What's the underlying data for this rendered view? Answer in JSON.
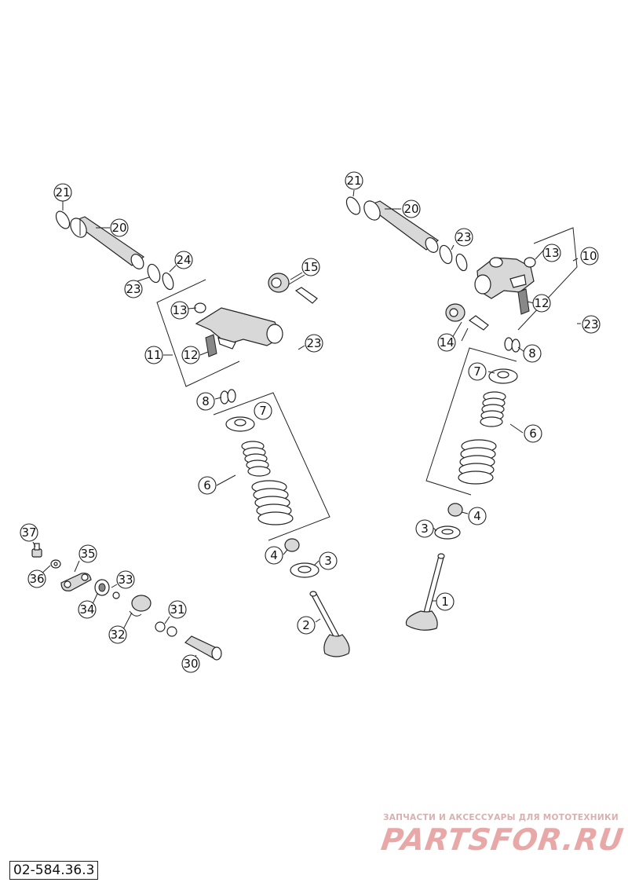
{
  "drawing_number": "02-584.36.3",
  "watermark": {
    "tagline": "ЗАПЧАСТИ И АКСЕССУАРЫ ДЛЯ МОТОТЕХНИКИ",
    "logo": "PARTSFOR.RU"
  },
  "callouts": [
    {
      "id": "c21a",
      "label": "21"
    },
    {
      "id": "c20a",
      "label": "20"
    },
    {
      "id": "c24",
      "label": "24"
    },
    {
      "id": "c23a",
      "label": "23"
    },
    {
      "id": "c15",
      "label": "15"
    },
    {
      "id": "c13a",
      "label": "13"
    },
    {
      "id": "c11",
      "label": "11"
    },
    {
      "id": "c12a",
      "label": "12"
    },
    {
      "id": "c23b",
      "label": "23"
    },
    {
      "id": "c8a",
      "label": "8"
    },
    {
      "id": "c7a",
      "label": "7"
    },
    {
      "id": "c6a",
      "label": "6"
    },
    {
      "id": "c4a",
      "label": "4"
    },
    {
      "id": "c3a",
      "label": "3"
    },
    {
      "id": "c2",
      "label": "2"
    },
    {
      "id": "c37",
      "label": "37"
    },
    {
      "id": "c35",
      "label": "35"
    },
    {
      "id": "c36",
      "label": "36"
    },
    {
      "id": "c33",
      "label": "33"
    },
    {
      "id": "c34",
      "label": "34"
    },
    {
      "id": "c31",
      "label": "31"
    },
    {
      "id": "c32",
      "label": "32"
    },
    {
      "id": "c30",
      "label": "30"
    },
    {
      "id": "c21b",
      "label": "21"
    },
    {
      "id": "c20b",
      "label": "20"
    },
    {
      "id": "c23c",
      "label": "23"
    },
    {
      "id": "c13b",
      "label": "13"
    },
    {
      "id": "c10",
      "label": "10"
    },
    {
      "id": "c12b",
      "label": "12"
    },
    {
      "id": "c23d",
      "label": "23"
    },
    {
      "id": "c14",
      "label": "14"
    },
    {
      "id": "c8b",
      "label": "8"
    },
    {
      "id": "c7b",
      "label": "7"
    },
    {
      "id": "c6b",
      "label": "6"
    },
    {
      "id": "c4b",
      "label": "4"
    },
    {
      "id": "c3b",
      "label": "3"
    },
    {
      "id": "c1",
      "label": "1"
    }
  ]
}
